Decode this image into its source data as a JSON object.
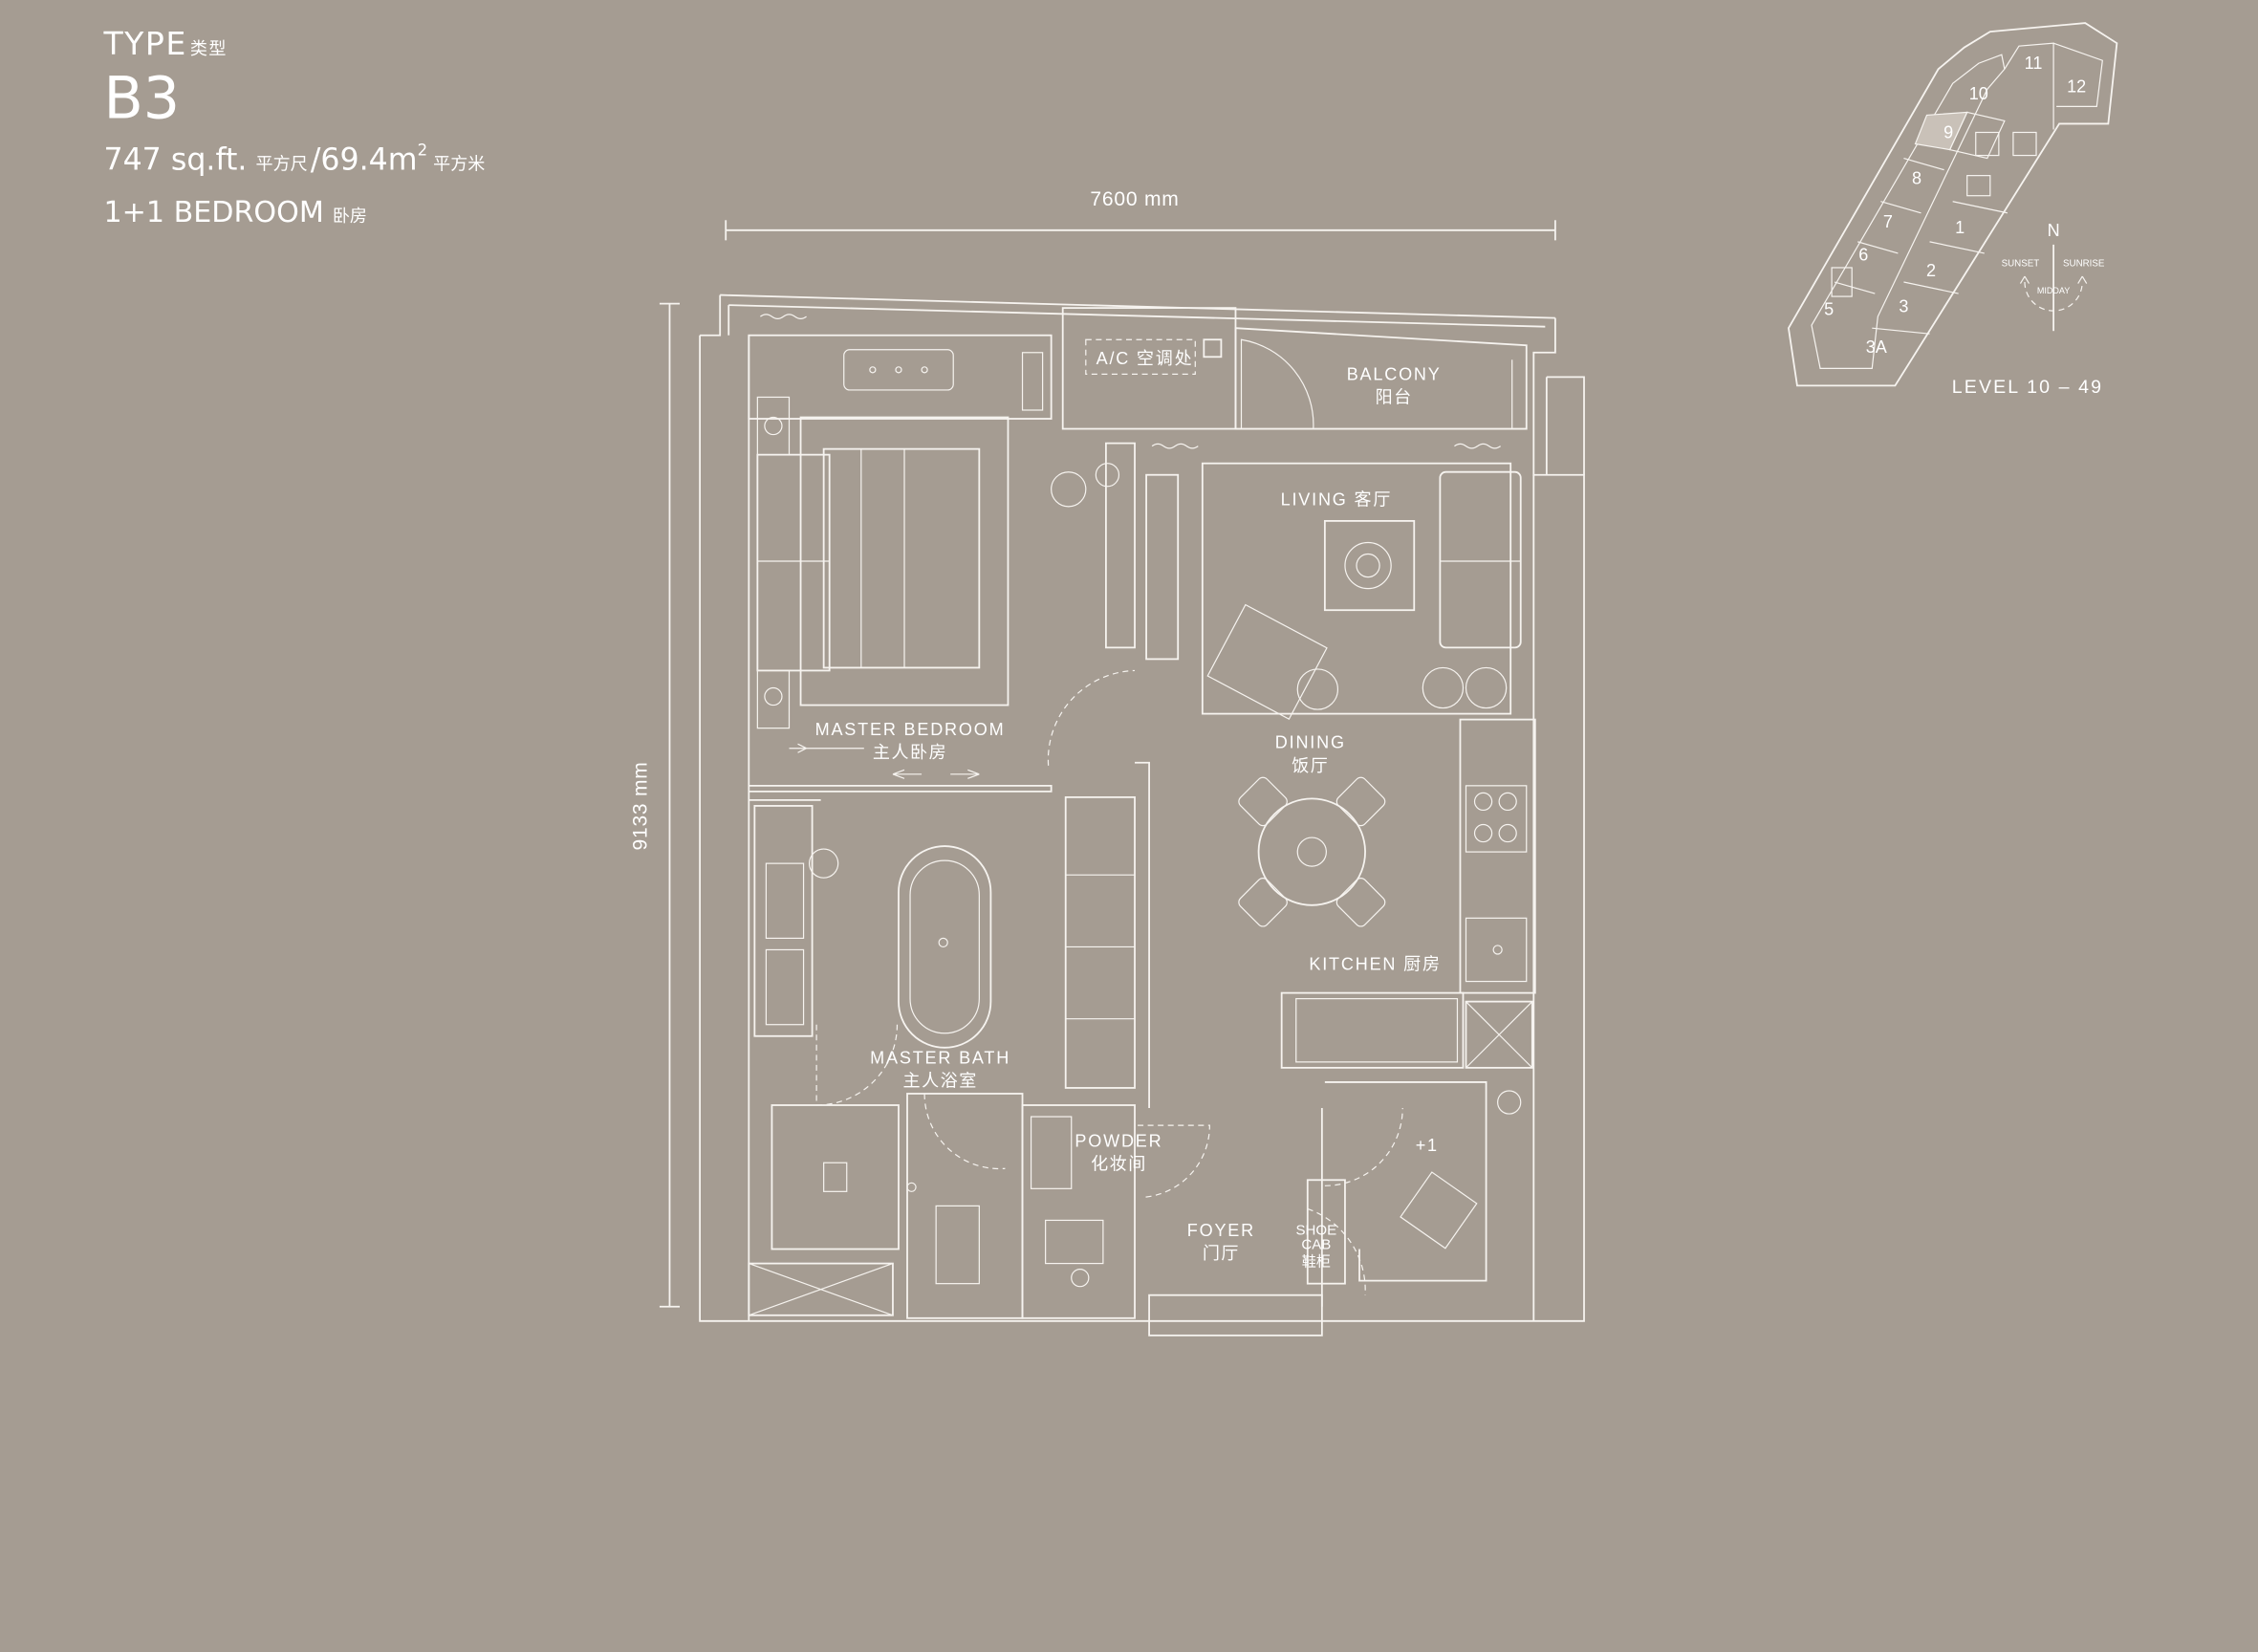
{
  "header": {
    "type_label": "TYPE",
    "type_label_cn": "类型",
    "type_code": "B3",
    "area_sqft": "747 sq.ft.",
    "area_sqft_cn": "平方尺",
    "separator": "/",
    "area_sqm": "69.4m",
    "area_sqm_sup": "2",
    "area_sqm_cn": "平方米",
    "bedroom": "1+1 BEDROOM",
    "bedroom_cn": "卧房"
  },
  "dimensions": {
    "width": "7600 mm",
    "height": "9133 mm"
  },
  "rooms": {
    "ac_ledge": "A/C 空调处",
    "balcony": "BALCONY",
    "balcony_cn": "阳台",
    "living": "LIVING 客厅",
    "master_bedroom": "MASTER BEDROOM",
    "master_bedroom_cn": "主人卧房",
    "dining": "DINING",
    "dining_cn": "饭厅",
    "kitchen": "KITCHEN 厨房",
    "master_bath": "MASTER BATH",
    "master_bath_cn": "主人浴室",
    "powder": "POWDER",
    "powder_cn": "化妆间",
    "foyer": "FOYER",
    "foyer_cn": "门厅",
    "shoe_cab_1": "SHOE",
    "shoe_cab_2": "CAB",
    "shoe_cab_cn": "鞋柜",
    "plus_one": "+1"
  },
  "key_plan": {
    "units": [
      "11",
      "12",
      "10",
      "9",
      "8",
      "7",
      "1",
      "6",
      "2",
      "5",
      "3",
      "3A"
    ],
    "highlighted_unit": "9",
    "north": "N",
    "sunset": "SUNSET",
    "sunrise": "SUNRISE",
    "midday": "MIDDAY",
    "level": "LEVEL 10 – 49"
  },
  "colors": {
    "background": "#a59c92",
    "linework": "#f6f3ef",
    "highlight": "#c9c1b8"
  }
}
